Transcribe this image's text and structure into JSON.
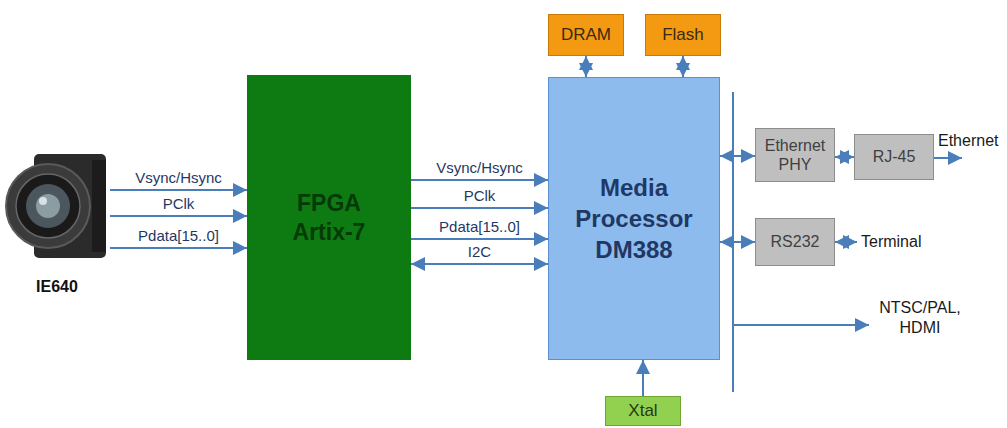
{
  "diagram": {
    "nodes": [
      {
        "text": [
          "IE640"
        ]
      },
      {
        "text": [
          "FPGA Artix-7"
        ]
      },
      {
        "text": [
          "DRAM"
        ]
      },
      {
        "text": [
          "Flash"
        ]
      },
      {
        "text": [
          "Media Processor DM388"
        ]
      },
      {
        "text": [
          "Ethernet PHY"
        ]
      },
      {
        "text": [
          "RJ-45"
        ]
      },
      {
        "text": [
          "RS232"
        ]
      },
      {
        "text": [
          "Xtal"
        ]
      }
    ],
    "edges": [
      {
        "from": 0,
        "to": 1,
        "label": "Vsync/Hsync",
        "arrow": "to"
      },
      {
        "from": 0,
        "to": 1,
        "label": "PClk",
        "arrow": "to"
      },
      {
        "from": 0,
        "to": 1,
        "label": "Pdata[15..0]",
        "arrow": "to"
      },
      {
        "from": 1,
        "to": 4,
        "label": "Vsync/Hsync",
        "arrow": "to"
      },
      {
        "from": 1,
        "to": 4,
        "label": "PClk",
        "arrow": "to"
      },
      {
        "from": 1,
        "to": 4,
        "label": "Pdata[15..0]",
        "arrow": "to"
      },
      {
        "from": 1,
        "to": 4,
        "label": "I2C",
        "arrow": "both"
      },
      {
        "from": 2,
        "to": 4,
        "arrow": "both"
      },
      {
        "from": 3,
        "to": 4,
        "arrow": "both"
      },
      {
        "from": 8,
        "to": 4,
        "arrow": "to"
      },
      {
        "from": 4,
        "to": 5,
        "arrow": "both"
      },
      {
        "from": 5,
        "to": 6,
        "arrow": "both"
      },
      {
        "from": 4,
        "to": 7,
        "arrow": "both"
      }
    ],
    "labels": [
      "Ethernet",
      "Terminal",
      "NTSC/PAL, HDMI"
    ]
  }
}
